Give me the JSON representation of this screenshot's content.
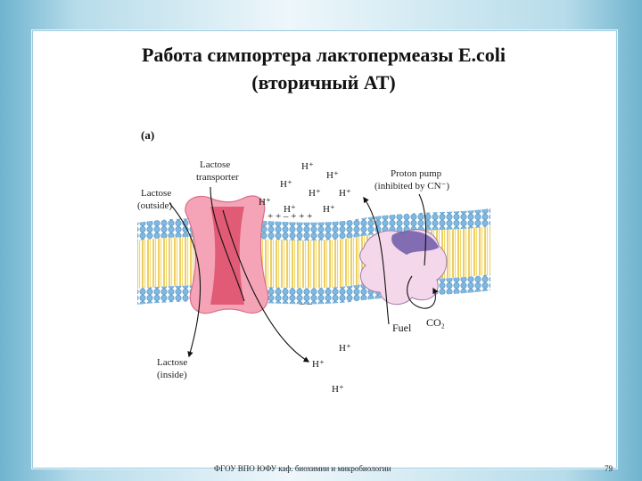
{
  "slide": {
    "title_line1": "Работа симпортера лактопермеазы E.coli",
    "title_line2": "(вторичный АТ)"
  },
  "figure": {
    "panel_label": "(a)",
    "lactose_transporter": [
      "Lactose",
      "transporter"
    ],
    "lactose_outside": [
      "Lactose",
      "(outside)"
    ],
    "lactose_inside": [
      "Lactose",
      "(inside)"
    ],
    "proton_pump": [
      "Proton pump",
      "(inhibited by CN⁻)"
    ],
    "fuel": "Fuel",
    "co2": "CO₂",
    "proton": "H⁺",
    "charge_plus": "+ + – + + +",
    "charge_minus": "– –"
  },
  "footer": {
    "text": "ФГОУ ВПО ЮФУ каф. биохимии и микробиологии",
    "page": "79"
  }
}
